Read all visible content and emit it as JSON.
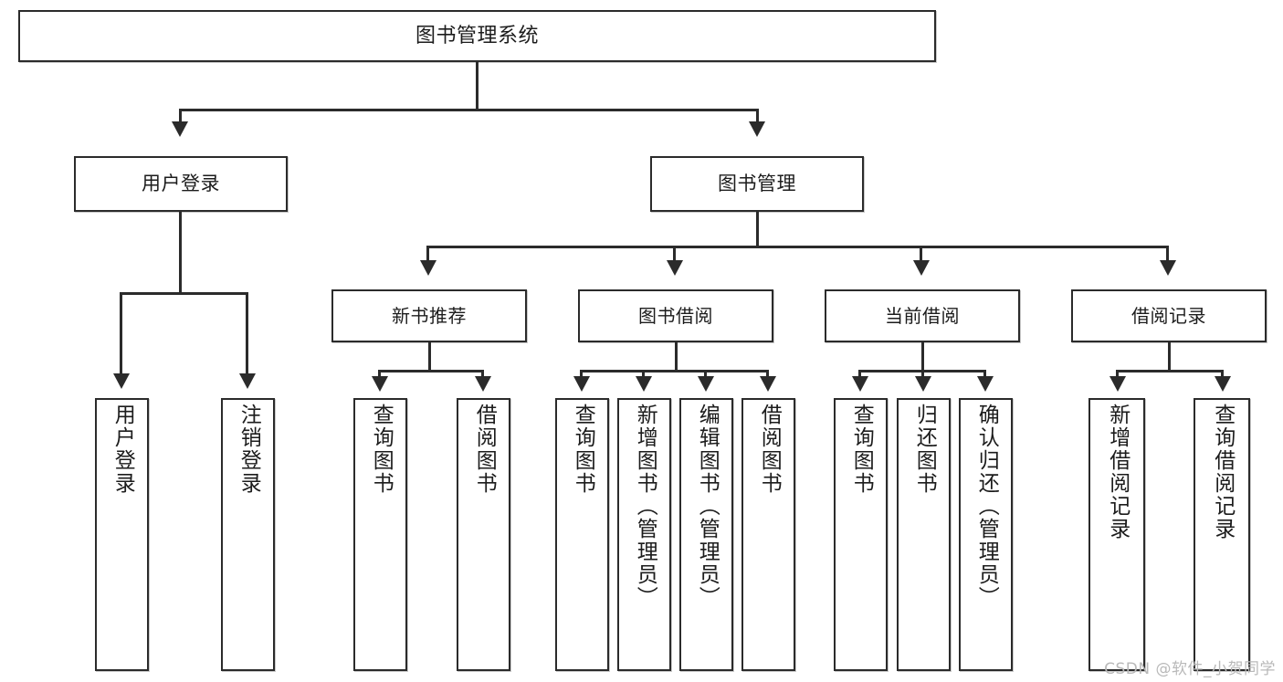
{
  "diagram": {
    "type": "tree",
    "title": "图书管理系统",
    "root": {
      "label": "图书管理系统"
    },
    "level2": [
      {
        "label": "用户登录"
      },
      {
        "label": "图书管理"
      }
    ],
    "level3": [
      {
        "label": "新书推荐"
      },
      {
        "label": "图书借阅"
      },
      {
        "label": "当前借阅"
      },
      {
        "label": "借阅记录"
      }
    ],
    "leaves": {
      "user_login": [
        {
          "label": "用户登录"
        },
        {
          "label": "注销登录"
        }
      ],
      "new_book_recommend": [
        {
          "label": "查询图书"
        },
        {
          "label": "借阅图书"
        }
      ],
      "book_borrow": [
        {
          "label": "查询图书"
        },
        {
          "label": "新增图书（管理员）"
        },
        {
          "label": "编辑图书（管理员）"
        },
        {
          "label": "借阅图书"
        }
      ],
      "current_borrow": [
        {
          "label": "查询图书"
        },
        {
          "label": "归还图书"
        },
        {
          "label": "确认归还（管理员）"
        }
      ],
      "borrow_record": [
        {
          "label": "新增借阅记录"
        },
        {
          "label": "查询借阅记录"
        }
      ]
    }
  },
  "watermark": {
    "text": "CSDN @软件_小贺同学"
  },
  "colors": {
    "border": "#2b2b2b",
    "background": "#ffffff",
    "text": "#1c1c1c",
    "watermark": "#b9b9b9"
  }
}
